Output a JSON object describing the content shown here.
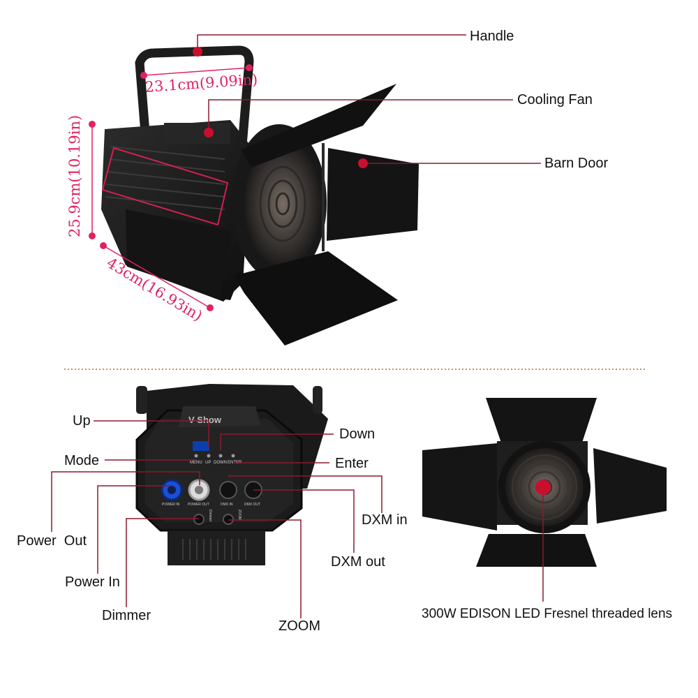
{
  "callouts": {
    "handle": "Handle",
    "cooling_fan": "Cooling Fan",
    "barn_door": "Barn Door",
    "up": "Up",
    "down": "Down",
    "mode": "Mode",
    "enter": "Enter",
    "power_out": "Power  Out",
    "power_in": "Power In",
    "dxm_in": "DXM in",
    "dxm_out": "DXM out",
    "dimmer": "Dimmer",
    "zoom": "ZOOM",
    "lens": "300W EDISON LED Fresnel threaded lens"
  },
  "dimensions": {
    "handle_width": "23.1cm(9.09in)",
    "height": "25.9cm(10.19in)",
    "length": "43cm(16.93in)"
  },
  "panel_markings": {
    "brand": "V-Show",
    "menu": "MENU",
    "up": "UP",
    "down": "DOWN",
    "enter": "ENTER",
    "power_in": "POWER IN",
    "power_out": "POWER OUT",
    "dmx_in": "DMX IN",
    "dmx_out": "DMX OUT",
    "dimmer": "Dimmer",
    "zoom": "ZOOM"
  },
  "colors": {
    "accent_line": "#8b1a2b",
    "marker": "#c8102e",
    "dimension_text": "#e0235e",
    "separator": "#b06a3a",
    "body": "#1c1c1c"
  }
}
